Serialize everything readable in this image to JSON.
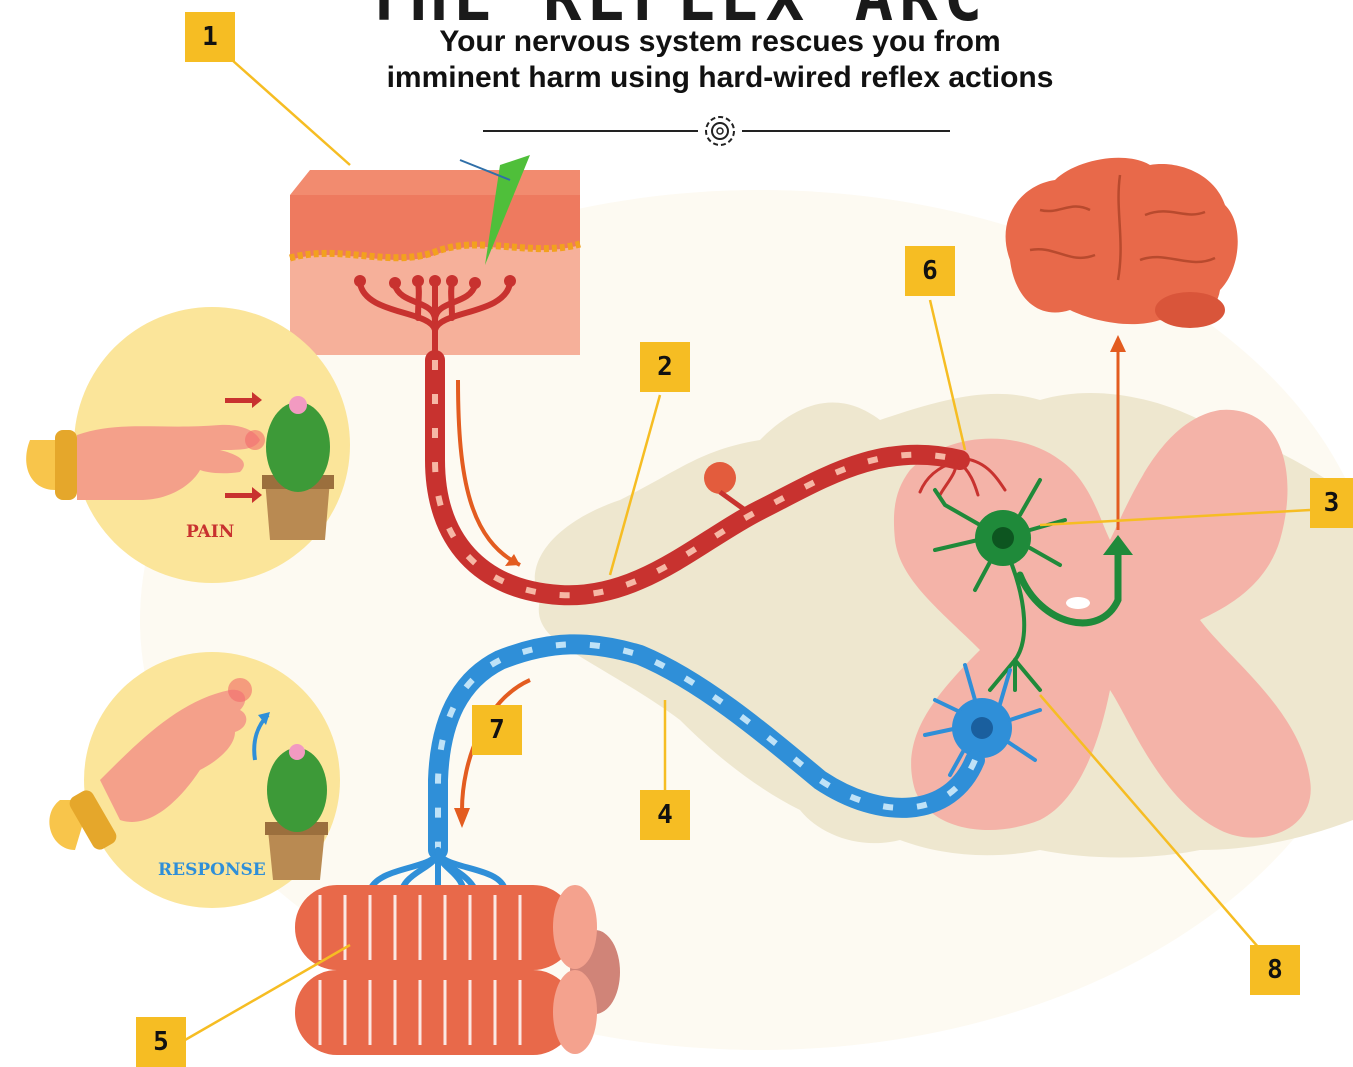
{
  "header": {
    "title": "THE REFLEX ARC",
    "subtitle_line1": "Your nervous system rescues you from",
    "subtitle_line2": "imminent harm using hard-wired reflex actions"
  },
  "labels": {
    "pain": "PAIN",
    "response": "RESPONSE"
  },
  "markers": [
    "1",
    "2",
    "3",
    "4",
    "5",
    "6",
    "7",
    "8"
  ],
  "icons": [
    "gear-icon",
    "hand-icon",
    "cactus-icon",
    "brain-icon",
    "arrow-icon"
  ],
  "colors": {
    "badge": "#f6bd23",
    "sensory_neuron": "#c8322f",
    "motor_neuron": "#2f8fd8",
    "interneuron": "#1f8a3a",
    "spinal_grey_matter": "#f4b3a8",
    "spinal_white_matter": "#eee7cf",
    "skin": "#f39a7b",
    "muscle": "#e8694a",
    "hand_circle": "#fbe59a"
  }
}
